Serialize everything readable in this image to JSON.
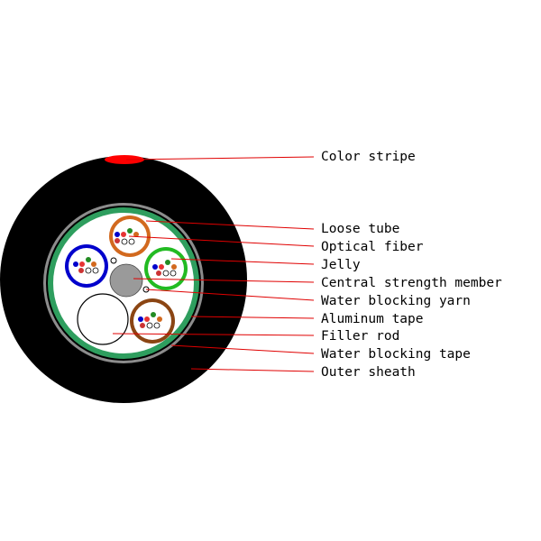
{
  "labels": {
    "color_stripe": "Color stripe",
    "loose_tube": "Loose tube",
    "optical_fiber": "Optical fiber",
    "jelly": "Jelly",
    "central_strength_member": "Central strength member",
    "water_blocking_yarn": "Water blocking yarn",
    "aluminum_tape": "Aluminum tape",
    "filler_rod": "Filler rod",
    "water_blocking_tape": "Water blocking tape",
    "outer_sheath": "Outer sheath"
  },
  "colors": {
    "outer_sheath": "#000000",
    "color_stripe": "#ff0000",
    "aluminum_tape": "#8c8c8c",
    "water_blocking_tape": "#2e9e5e",
    "tube_orange": "#d2691e",
    "tube_blue": "#0000cc",
    "tube_green": "#22bb22",
    "tube_brown": "#8b4513",
    "central_strength_member": "#9a9a9a",
    "filler_rod": "#ffffff",
    "leader_line": "#e00000"
  }
}
